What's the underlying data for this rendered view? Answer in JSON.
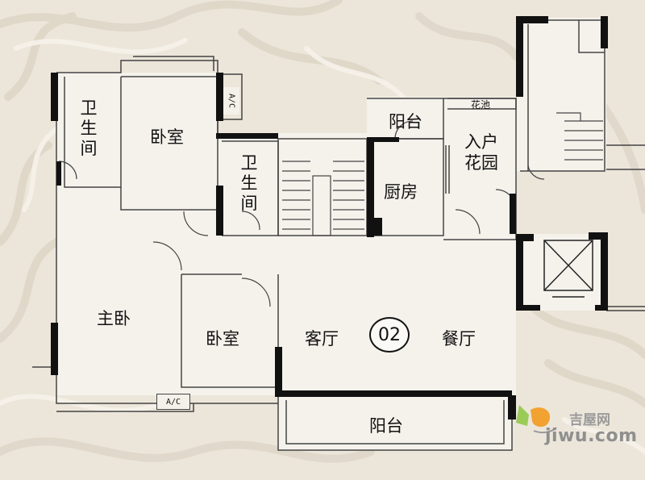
{
  "rooms": {
    "bathroom_master": "卫生间",
    "bedroom_top": "卧室",
    "bathroom_center": "卫生间",
    "balcony_top": "阳台",
    "kitchen": "厨房",
    "entry_garden": "入户花园",
    "planter": "花池",
    "master_bedroom": "主卧",
    "bedroom_bottom": "卧室",
    "living_room": "客厅",
    "dining_room": "餐厅",
    "balcony_bottom": "阳台"
  },
  "unit_number": "02",
  "ac_labels": {
    "top": "A/C",
    "bottom": "A/C"
  },
  "watermark": {
    "brand": "吉屋网",
    "url": "jiwu.com"
  },
  "colors": {
    "background": "#ece6da",
    "wall": "#111111",
    "thin_line": "#444444",
    "watermark": "#8f8f8f"
  }
}
